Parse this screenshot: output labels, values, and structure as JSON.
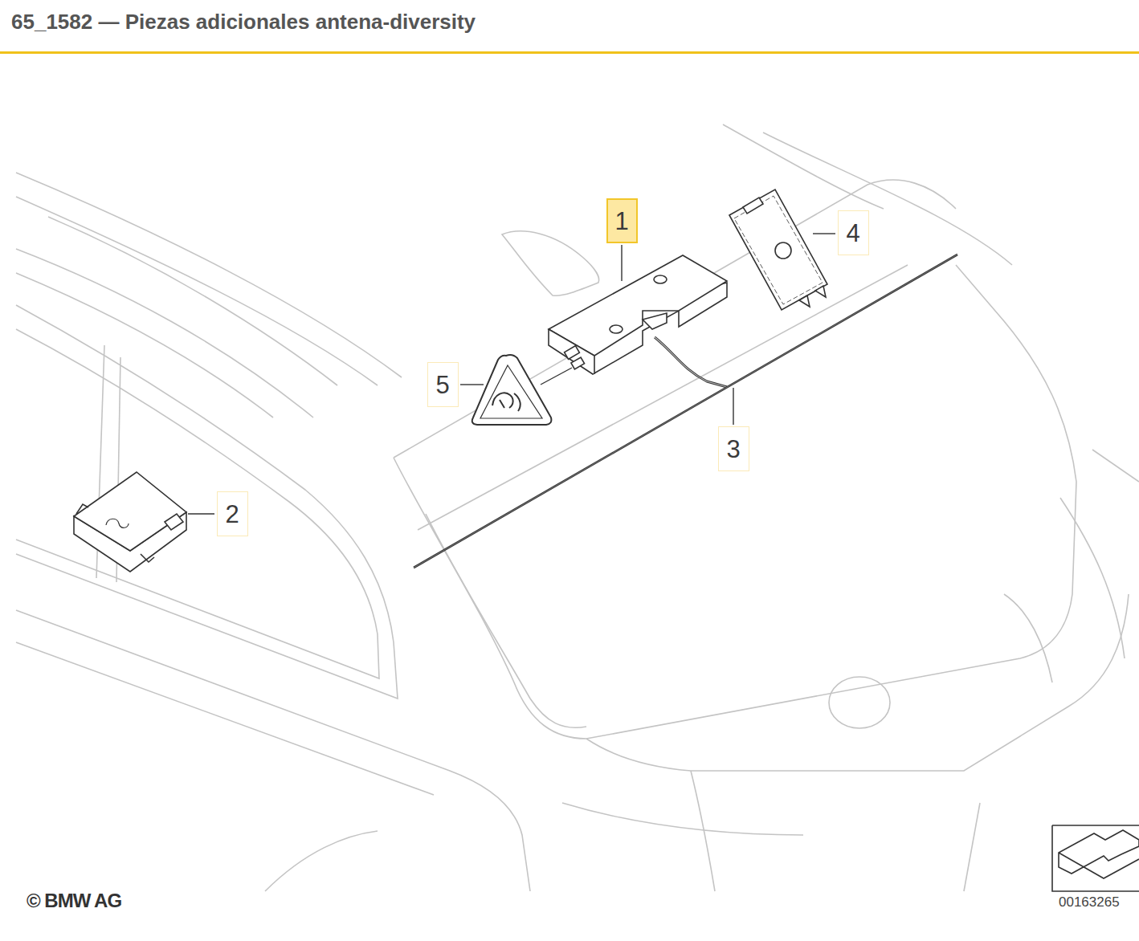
{
  "diagram": {
    "title": "65_1582 — Piezas adicionales antena-diversity",
    "nodes": [
      {
        "text": [
          "1"
        ]
      },
      {
        "text": [
          "4"
        ]
      },
      {
        "text": [
          "5"
        ]
      },
      {
        "text": [
          "3"
        ]
      },
      {
        "text": [
          "2"
        ]
      }
    ],
    "labels": [
      "© BMW AG",
      "00163265"
    ]
  }
}
